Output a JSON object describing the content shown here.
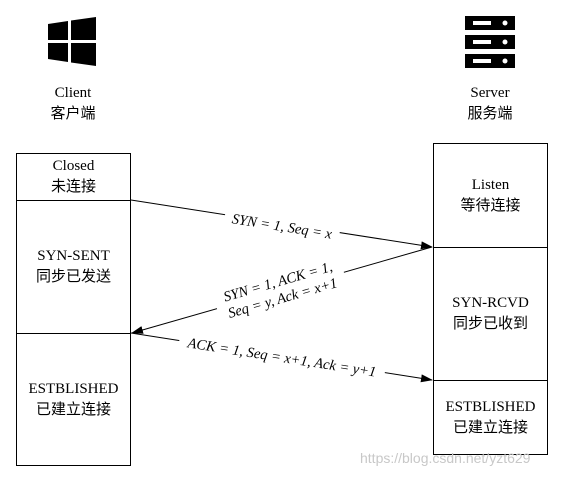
{
  "client": {
    "icon": "windows-logo-icon",
    "name_en": "Client",
    "name_zh": "客户端",
    "states": [
      {
        "line1": "Closed",
        "line2": "未连接"
      },
      {
        "line1": "SYN-SENT",
        "line2": "同步已发送"
      },
      {
        "line1": "ESTBLISHED",
        "line2": "已建立连接"
      }
    ]
  },
  "server": {
    "icon": "server-rack-icon",
    "name_en": "Server",
    "name_zh": "服务端",
    "states": [
      {
        "line1": "Listen",
        "line2": "等待连接"
      },
      {
        "line1": "SYN-RCVD",
        "line2": "同步已收到"
      },
      {
        "line1": "ESTBLISHED",
        "line2": "已建立连接"
      }
    ]
  },
  "messages": [
    {
      "direction": "client-to-server",
      "text": "SYN = 1, Seq = x"
    },
    {
      "direction": "server-to-client",
      "line1": "SYN = 1, ACK = 1,",
      "line2": "Seq = y, Ack = x+1"
    },
    {
      "direction": "client-to-server",
      "text": "ACK = 1, Seq = x+1, Ack = y+1"
    }
  ],
  "watermark": "https://blog.csdn.net/yzt629"
}
